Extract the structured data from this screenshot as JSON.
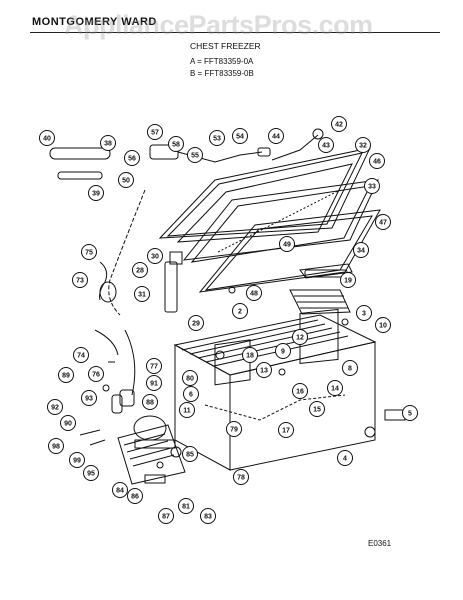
{
  "header": {
    "brand": "MONTGOMERY WARD",
    "subtitle": "CHEST FREEZER",
    "model_a": "A = FFT83359-0A",
    "model_b": "B = FFT83359-0B",
    "watermark": "AppliancePartsPros.com"
  },
  "footer": {
    "diagram_code": "E0361"
  },
  "callouts": [
    {
      "label": "40"
    },
    {
      "label": "38"
    },
    {
      "label": "39"
    },
    {
      "label": "57"
    },
    {
      "label": "58"
    },
    {
      "label": "56"
    },
    {
      "label": "55"
    },
    {
      "label": "53"
    },
    {
      "label": "54"
    },
    {
      "label": "44"
    },
    {
      "label": "42"
    },
    {
      "label": "43"
    },
    {
      "label": "32"
    },
    {
      "label": "46"
    },
    {
      "label": "50"
    },
    {
      "label": "33"
    },
    {
      "label": "47"
    },
    {
      "label": "75"
    },
    {
      "label": "30"
    },
    {
      "label": "49"
    },
    {
      "label": "34"
    },
    {
      "label": "73"
    },
    {
      "label": "28"
    },
    {
      "label": "31"
    },
    {
      "label": "19"
    },
    {
      "label": "48"
    },
    {
      "label": "29"
    },
    {
      "label": "2"
    },
    {
      "label": "3"
    },
    {
      "label": "10"
    },
    {
      "label": "12"
    },
    {
      "label": "74"
    },
    {
      "label": "9"
    },
    {
      "label": "18"
    },
    {
      "label": "77"
    },
    {
      "label": "76"
    },
    {
      "label": "89"
    },
    {
      "label": "91"
    },
    {
      "label": "8"
    },
    {
      "label": "13"
    },
    {
      "label": "14"
    },
    {
      "label": "80"
    },
    {
      "label": "93"
    },
    {
      "label": "16"
    },
    {
      "label": "6"
    },
    {
      "label": "15"
    },
    {
      "label": "92"
    },
    {
      "label": "88"
    },
    {
      "label": "5"
    },
    {
      "label": "90"
    },
    {
      "label": "11"
    },
    {
      "label": "79"
    },
    {
      "label": "17"
    },
    {
      "label": "98"
    },
    {
      "label": "99"
    },
    {
      "label": "95"
    },
    {
      "label": "85"
    },
    {
      "label": "78"
    },
    {
      "label": "4"
    },
    {
      "label": "84"
    },
    {
      "label": "86"
    },
    {
      "label": "81"
    },
    {
      "label": "87"
    },
    {
      "label": "83"
    }
  ]
}
